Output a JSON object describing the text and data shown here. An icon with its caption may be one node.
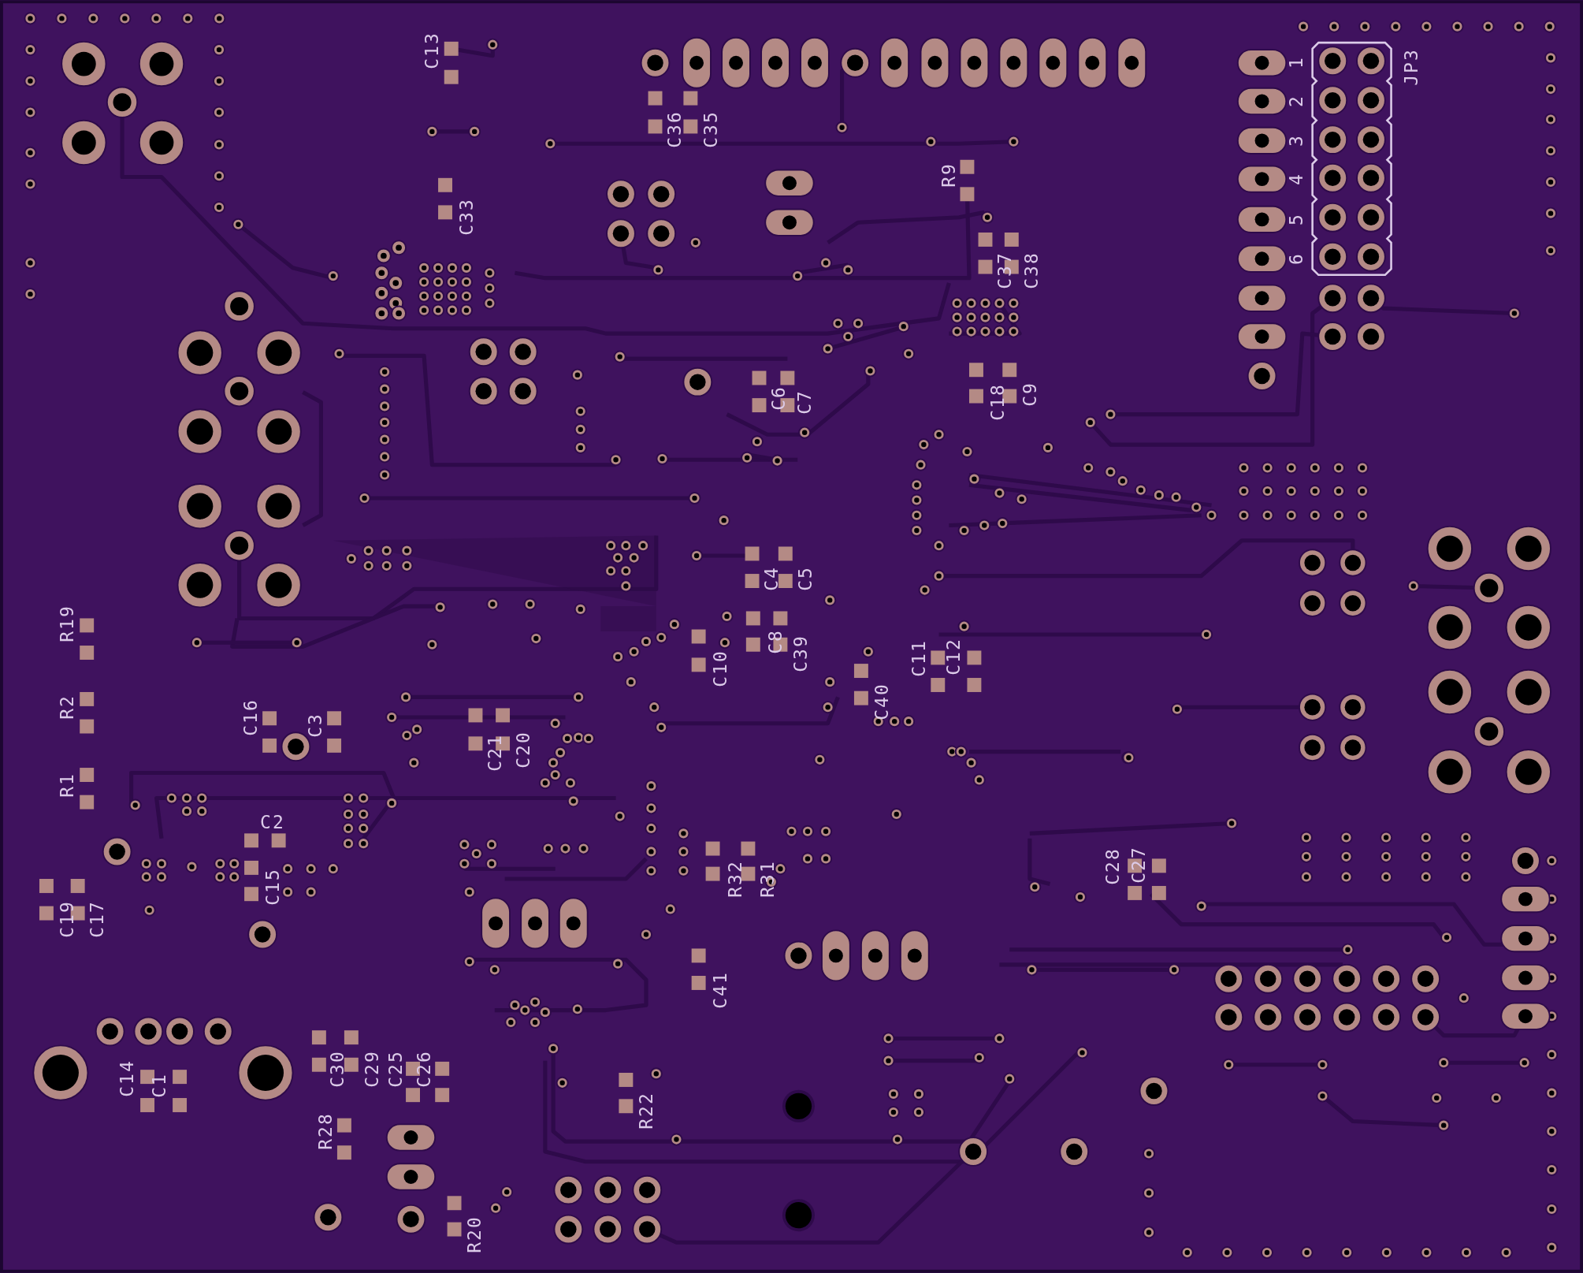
{
  "diagram": {
    "labels": [
      "C13",
      "JP3",
      "1",
      "2",
      "3",
      "C36",
      "C35",
      "R9",
      "4",
      "C33",
      "5",
      "6",
      "C37",
      "C38",
      "C6",
      "C7",
      "C18",
      "C9",
      "C4",
      "C5",
      "R19",
      "C8",
      "C39",
      "C10",
      "C11",
      "C12",
      "C40",
      "R2",
      "C16",
      "C3",
      "C21",
      "C20",
      "R1",
      "C2",
      "R32",
      "R31",
      "C28",
      "C27",
      "C15",
      "C19",
      "C17",
      "C41",
      "C14",
      "C1",
      "C30",
      "C29",
      "C25",
      "C26",
      "R22",
      "R28",
      "R20"
    ]
  }
}
